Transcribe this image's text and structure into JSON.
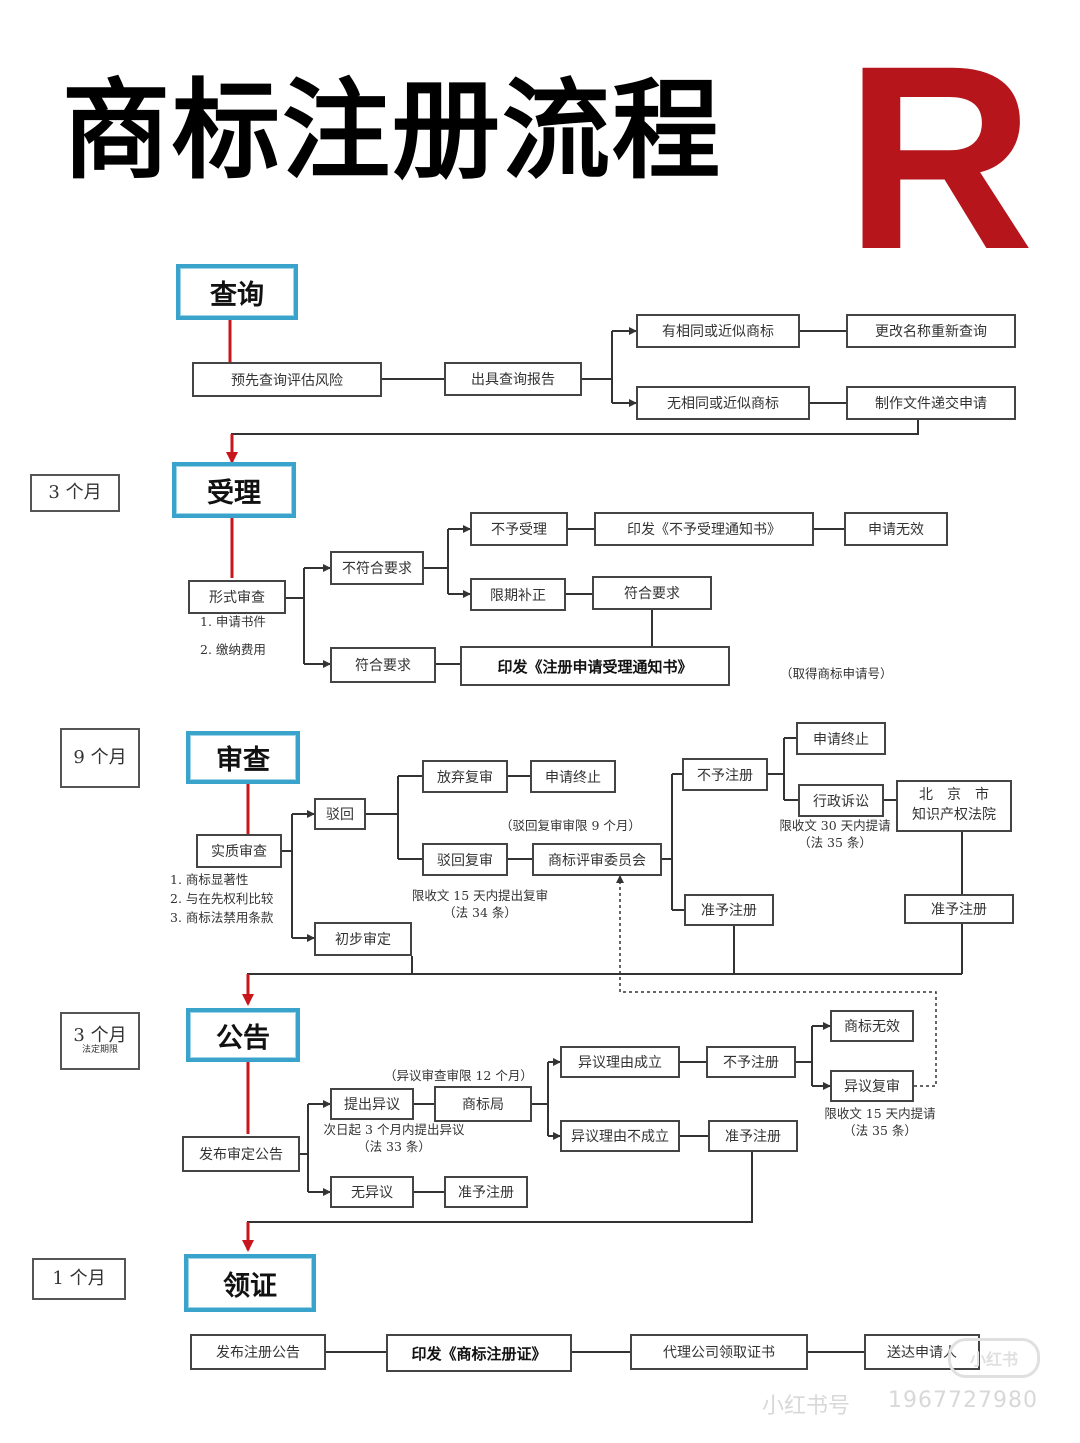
{
  "title": "商标注册流程",
  "logo": "R",
  "colors": {
    "stage_border": "#3aa3cc",
    "main_arrow": "#c8161d",
    "logo": "#b5151b"
  },
  "stages": {
    "query": "查询",
    "accept": "受理",
    "review": "审查",
    "announce": "公告",
    "certificate": "领证"
  },
  "durations": {
    "accept": "3 个月",
    "review": "9 个月",
    "announce": "3 个月",
    "announce_note": "法定期限",
    "certificate": "1 个月"
  },
  "query": {
    "pre_query": "预先查询评估风险",
    "report": "出具查询报告",
    "similar": "有相同或近似商标",
    "rename": "更改名称重新查询",
    "no_similar": "无相同或近似商标",
    "prepare": "制作文件递交申请"
  },
  "accept": {
    "formal_review": "形式审查",
    "doc_1": "1. 申请书件",
    "doc_2": "2. 缴纳费用",
    "not_compliant": "不符合要求",
    "reject": "不予受理",
    "issue_reject": "印发《不予受理通知书》",
    "invalid": "申请无效",
    "amend": "限期补正",
    "amend_ok": "符合要求",
    "compliant": "符合要求",
    "issue_accept": "印发《注册申请受理通知书》",
    "app_number": "（取得商标申请号）"
  },
  "review": {
    "substantive": "实质审查",
    "item_1": "1. 商标显著性",
    "item_2": "2. 与在先权利比较",
    "item_3": "3. 商标法禁用条款",
    "rejected": "驳回",
    "give_up": "放弃复审",
    "terminate_1": "申请终止",
    "re_exam": "驳回复审",
    "re_exam_limit": "（驳回复审审限 9 个月）",
    "re_exam_deadline": "限收文 15 天内提出复审",
    "re_exam_law": "（法 34 条）",
    "board": "商标评审委员会",
    "not_register": "不予注册",
    "terminate_2": "申请终止",
    "lawsuit": "行政诉讼",
    "lawsuit_deadline": "限收文 30 天内提请",
    "lawsuit_law": "（法 35 条）",
    "court_1": "北　京　市",
    "court_2": "知识产权法院",
    "approve_1": "准予注册",
    "approve_2": "准予注册",
    "prelim": "初步审定"
  },
  "announce": {
    "publish": "发布审定公告",
    "opp_limit": "（异议审查审限 12 个月）",
    "file_opposition": "提出异议",
    "opp_deadline": "次日起 3 个月内提出异议",
    "opp_law": "（法 33 条）",
    "office": "商标局",
    "opp_valid": "异议理由成立",
    "not_register": "不予注册",
    "invalid": "商标无效",
    "opp_review": "异议复审",
    "opp_review_deadline": "限收文 15 天内提请",
    "opp_review_law": "（法 35 条）",
    "opp_invalid": "异议理由不成立",
    "approve": "准予注册",
    "no_opposition": "无异议",
    "approve_2": "准予注册"
  },
  "certificate": {
    "publish": "发布注册公告",
    "issue": "印发《商标注册证》",
    "agent": "代理公司领取证书",
    "deliver": "送达申请人"
  },
  "watermark": {
    "name": "小红书号",
    "number": "1967727980",
    "tag": "小红书"
  }
}
